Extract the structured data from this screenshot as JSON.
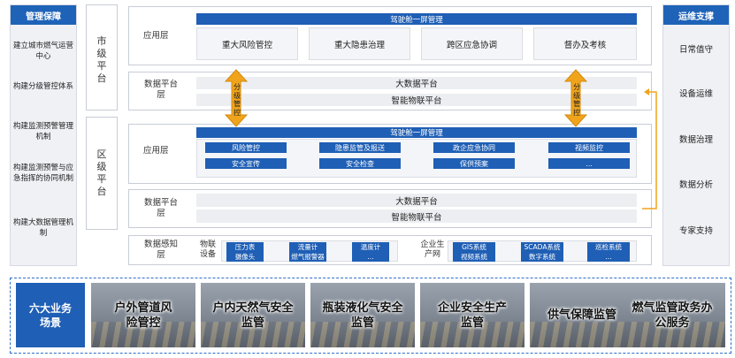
{
  "left_panel": {
    "title": "管理保障",
    "items": [
      "建立城市燃气运营中心",
      "构建分级管控体系",
      "构建监测预警管理机制",
      "构建监测预警与应急指挥的协同机制",
      "构建大数据管理机制"
    ]
  },
  "right_panel": {
    "title": "运维支撑",
    "items": [
      "日常值守",
      "设备运维",
      "数据治理",
      "数据分析",
      "专家支持"
    ]
  },
  "city_platform": {
    "label": "市级平台",
    "app_layer_label": "应用层",
    "cockpit_label": "驾驶舱一屏管理",
    "apps": [
      "重大风险管控",
      "重大隐患治理",
      "跨区应急协调",
      "督办及考核"
    ],
    "data_layer_label": "数据平台层",
    "data_items": [
      "大数据平台",
      "智能物联平台"
    ]
  },
  "district_platform": {
    "label": "区级平台",
    "app_layer_label": "应用层",
    "cockpit_label": "驾驶舱一屏管理",
    "apps_row1": [
      "风险管控",
      "隐患监管及报送",
      "政企应急协同",
      "视频监控"
    ],
    "apps_row2": [
      "安全宣传",
      "安全检查",
      "保供预案",
      "..."
    ],
    "data_layer_label": "数据平台层",
    "data_items": [
      "大数据平台",
      "智能物联平台"
    ]
  },
  "sensing_layer": {
    "label": "数据感知层",
    "iot_label": "物联设备",
    "iot_chips_row1": [
      "压力表",
      "流量计",
      "温度计"
    ],
    "iot_chips_row2": [
      "摄像头",
      "燃气报警器",
      "..."
    ],
    "enterprise_label": "企业生产网",
    "ent_chips_row1": [
      "GIS系统",
      "SCADA系统",
      "巡检系统"
    ],
    "ent_chips_row2": [
      "视频系统",
      "数字系统",
      "..."
    ]
  },
  "arrows": [
    "分级管控",
    "分级管控"
  ],
  "scenarios": {
    "title": "六大业务场景",
    "items": [
      "户外管道风险管控",
      "户内天然气安全监管",
      "瓶装液化气安全监管",
      "企业安全生产监管",
      "供气保障监管",
      "燃气监管政务办公服务"
    ]
  },
  "colors": {
    "accent": "#1f5fb5",
    "arrow": "#f0a41c",
    "panel_bg": "#f0f1f5"
  }
}
